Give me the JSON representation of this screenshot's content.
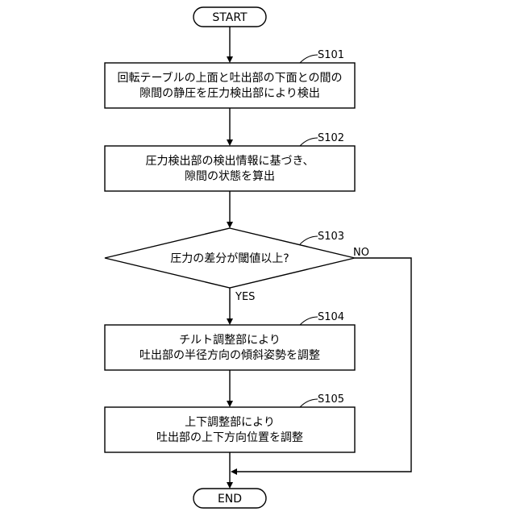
{
  "flowchart": {
    "start": {
      "label": "START"
    },
    "end": {
      "label": "END"
    },
    "steps": [
      {
        "id": "S101",
        "lines": [
          "回転テーブルの上面と吐出部の下面との間の",
          "隙間の静圧を圧力検出部により検出"
        ]
      },
      {
        "id": "S102",
        "lines": [
          "圧力検出部の検出情報に基づき、",
          "隙間の状態を算出"
        ]
      },
      {
        "id": "S103",
        "lines": [
          "圧力の差分が閾値以上?"
        ]
      },
      {
        "id": "S104",
        "lines": [
          "チルト調整部により",
          "吐出部の半径方向の傾斜姿勢を調整"
        ]
      },
      {
        "id": "S105",
        "lines": [
          "上下調整部により",
          "吐出部の上下方向位置を調整"
        ]
      }
    ],
    "branches": {
      "yes": "YES",
      "no": "NO"
    }
  }
}
